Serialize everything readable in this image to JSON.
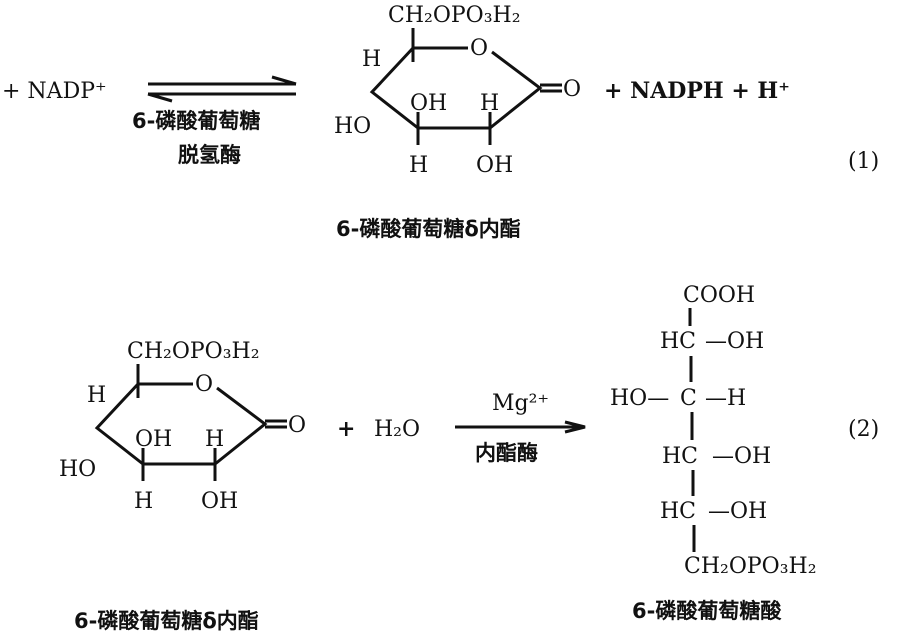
{
  "reaction1": {
    "reactant_plus": "+ NADP⁺",
    "enzyme_line1": "6-磷酸葡萄糖",
    "enzyme_line2": "脱氢酶",
    "products": "+ NADPH + H⁺",
    "number": "(1)",
    "lactone": {
      "ch2": "CH₂OPO₃H₂",
      "ring_o": "O",
      "carbonyl_o": "O",
      "h_top": "H",
      "ho_left": "HO",
      "oh_mid": "OH",
      "h_mid": "H",
      "h_bottom": "H",
      "oh_bottom": "OH"
    },
    "product_label": "6-磷酸葡萄糖δ内酯"
  },
  "reaction2": {
    "lactone": {
      "ch2": "CH₂OPO₃H₂",
      "ring_o": "O",
      "carbonyl_o": "O",
      "h_top": "H",
      "ho_left": "HO",
      "oh_mid": "OH",
      "h_mid": "H",
      "h_bottom": "H",
      "oh_bottom": "OH"
    },
    "reactant_label": "6-磷酸葡萄糖δ内酯",
    "plus": "+",
    "water": "H₂O",
    "cofactor": "Mg²⁺",
    "enzyme": "内酯酶",
    "number": "(2)",
    "acid": {
      "c1": "COOH",
      "c2_left": "HC",
      "c2_right": "—OH",
      "c3_left": "HO—",
      "c3_mid": "C",
      "c3_right": "—H",
      "c4_left": "HC",
      "c4_right": "—OH",
      "c5_left": "HC",
      "c5_right": "—OH",
      "c6": "CH₂OPO₃H₂"
    },
    "product_label": "6-磷酸葡萄糖酸"
  }
}
